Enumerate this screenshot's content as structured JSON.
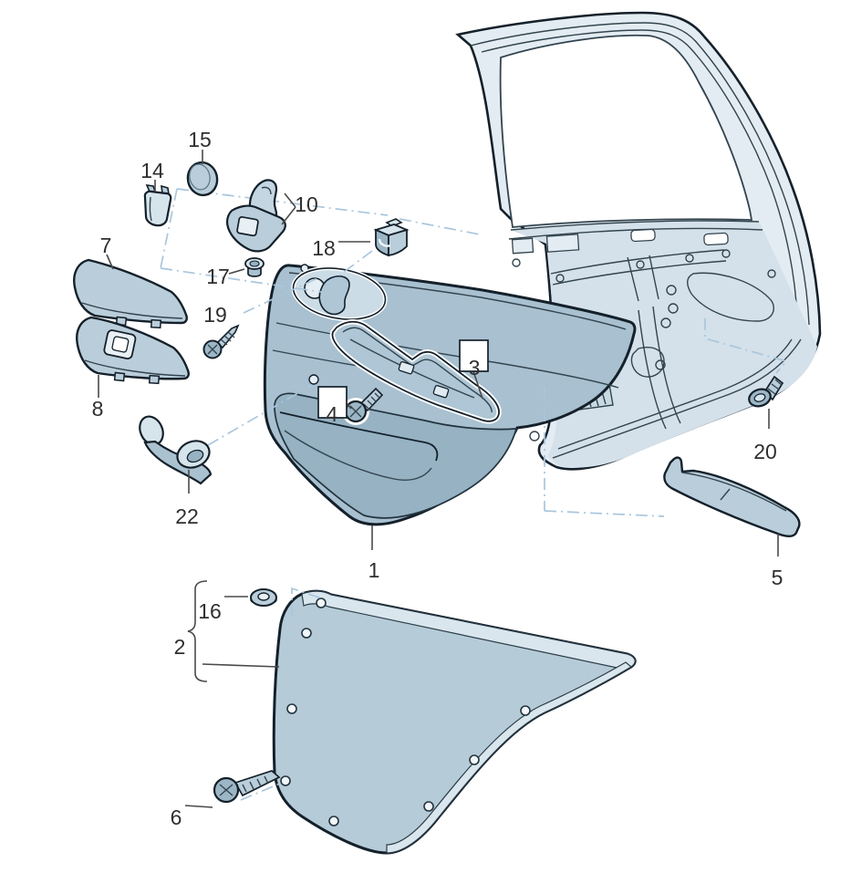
{
  "diagram": {
    "callouts": {
      "c1": "1",
      "c2": "2",
      "c3": "3",
      "c4": "4",
      "c5": "5",
      "c6": "6",
      "c7": "7",
      "c8": "8",
      "c10": "10",
      "c14": "14",
      "c15": "15",
      "c16": "16",
      "c17": "17",
      "c18": "18",
      "c19": "19",
      "c20": "20",
      "c22": "22"
    },
    "colors": {
      "background": "#ffffff",
      "panel_fill": "#a8c0d0",
      "panel_fill_dark": "#96b2c3",
      "part_fill": "#b9ceda",
      "part_fill_light": "#d6e4ec",
      "part_fill_dark": "#9cb6c6",
      "frame_fill": "#e3ecf2",
      "frame_fill_lower": "#d4e1ea",
      "outline": "#14202a",
      "frame_line": "#33444f",
      "guide_line": "#a9c6dd",
      "leader_line": "#4a4a4a",
      "label_text": "#2f2f2f",
      "callout_box_fill": "#ffffff"
    }
  }
}
